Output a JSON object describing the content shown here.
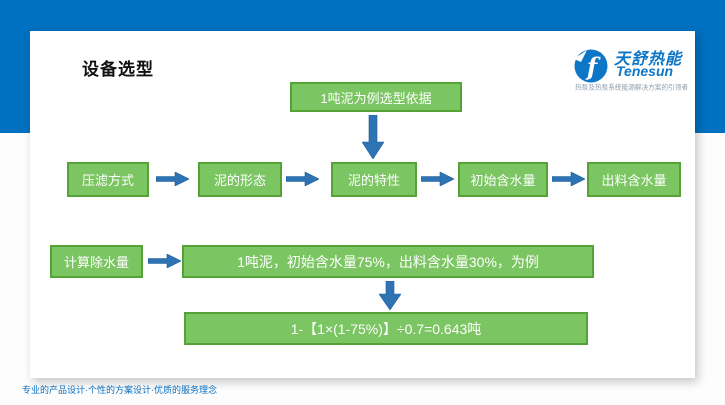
{
  "slide": {
    "title": "设备选型",
    "footer": "专业的产品设计·个性的方案设计·优质的服务理念"
  },
  "logo": {
    "name_cn": "天舒热能",
    "name_en": "Tenesun",
    "tagline": "热泵及热泵系统能源解决方案的引领者",
    "icon": "tenesun-circle-f-icon"
  },
  "flowchart": {
    "top_box": "1吨泥为例选型依据",
    "row_boxes": [
      "压滤方式",
      "泥的形态",
      "泥的特性",
      "初始含水量",
      "出料含水量"
    ],
    "calc_label": "计算除水量",
    "example_box": "1吨泥，初始含水量75%，出料含水量30%，为例",
    "formula_box": "1-【1×(1-75%)】÷0.7=0.643吨"
  },
  "colors": {
    "band_blue": "#0070C0",
    "box_green_fill": "#7BC562",
    "box_green_border": "#55A337",
    "arrow_blue": "#2E74B5",
    "brand_blue": "#0E76C6",
    "footer_blue": "#0A70C0"
  }
}
